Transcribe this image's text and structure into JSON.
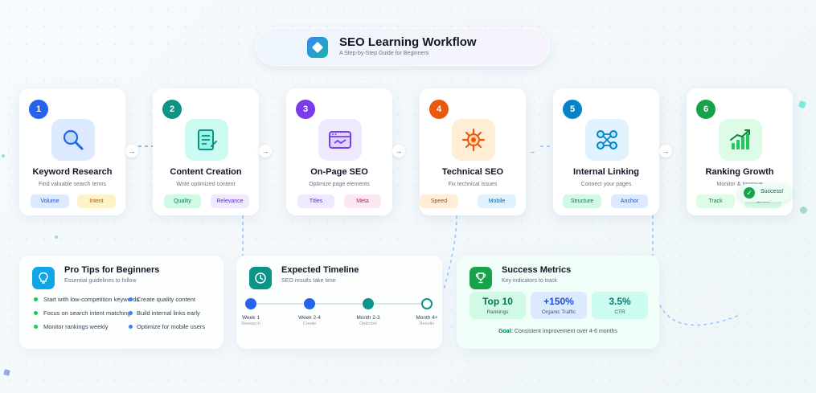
{
  "header": {
    "title": "SEO Learning Workflow",
    "subtitle": "A Step-by-Step Guide for Beginners",
    "icon": "diamond-icon"
  },
  "steps": [
    {
      "number": "1",
      "title": "Keyword Research",
      "desc": "Find valuable search terms",
      "tags": [
        "Volume",
        "Intent"
      ],
      "icon": "search-icon",
      "color": "#2563eb"
    },
    {
      "number": "2",
      "title": "Content Creation",
      "desc": "Write optimized content",
      "tags": [
        "Quality",
        "Relevance"
      ],
      "icon": "document-edit-icon",
      "color": "#0d9488"
    },
    {
      "number": "3",
      "title": "On-Page SEO",
      "desc": "Optimize page elements",
      "tags": [
        "Titles",
        "Meta"
      ],
      "icon": "browser-window-icon",
      "color": "#7c3aed"
    },
    {
      "number": "4",
      "title": "Technical SEO",
      "desc": "Fix technical issues",
      "tags": [
        "Speed",
        "Mobile"
      ],
      "icon": "gear-icon",
      "color": "#ea580c"
    },
    {
      "number": "5",
      "title": "Internal Linking",
      "desc": "Connect your pages",
      "tags": [
        "Structure",
        "Anchor"
      ],
      "icon": "network-icon",
      "color": "#0284c7"
    },
    {
      "number": "6",
      "title": "Ranking Growth",
      "desc": "Monitor & Improve",
      "tags": [
        "Track",
        "Grow"
      ],
      "icon": "growth-chart-icon",
      "color": "#16a34a"
    }
  ],
  "flow_arrows": [
    "→",
    "→",
    "→",
    "→",
    "→"
  ],
  "success_badge": {
    "text": "Success!",
    "icon": "check-icon"
  },
  "pro_tips": {
    "title": "Pro Tips for Beginners",
    "subtitle": "Essential guidelines to follow",
    "icon": "lightbulb-icon",
    "tips": [
      "Start with low-competition keywords",
      "Create quality content",
      "Focus on search intent matching",
      "Build internal links early",
      "Monitor rankings weekly",
      "Optimize for mobile users"
    ]
  },
  "timeline": {
    "title": "Expected Timeline",
    "subtitle": "SEO results take time",
    "icon": "clock-icon",
    "milestones": [
      {
        "label": "Week 1",
        "sub": "Research"
      },
      {
        "label": "Week 2-4",
        "sub": "Create"
      },
      {
        "label": "Month 2-3",
        "sub": "Optimize"
      },
      {
        "label": "Month 4+",
        "sub": "Results"
      }
    ]
  },
  "metrics": {
    "title": "Success Metrics",
    "subtitle": "Key indicators to track",
    "icon": "trophy-icon",
    "items": [
      {
        "value": "Top 10",
        "label": "Rankings"
      },
      {
        "value": "+150%",
        "label": "Organic Traffic"
      },
      {
        "value": "3.5%",
        "label": "CTR"
      }
    ],
    "goal_label": "Goal:",
    "goal_text": "Consistent improvement over 4-6 months"
  }
}
